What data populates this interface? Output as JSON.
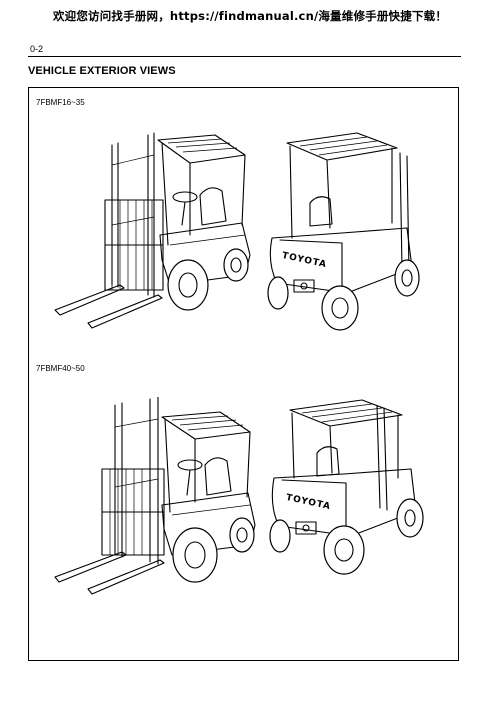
{
  "header": {
    "banner": "欢迎您访问找手册网，https://findmanual.cn/海量维修手册快捷下载！",
    "page_number": "0-2"
  },
  "section": {
    "title": "VEHICLE EXTERIOR VIEWS"
  },
  "figures": [
    {
      "model": "7FBMF16~35",
      "logo": "TOYOTA"
    },
    {
      "model": "7FBMF40~50",
      "logo": "TOYOTA"
    }
  ]
}
